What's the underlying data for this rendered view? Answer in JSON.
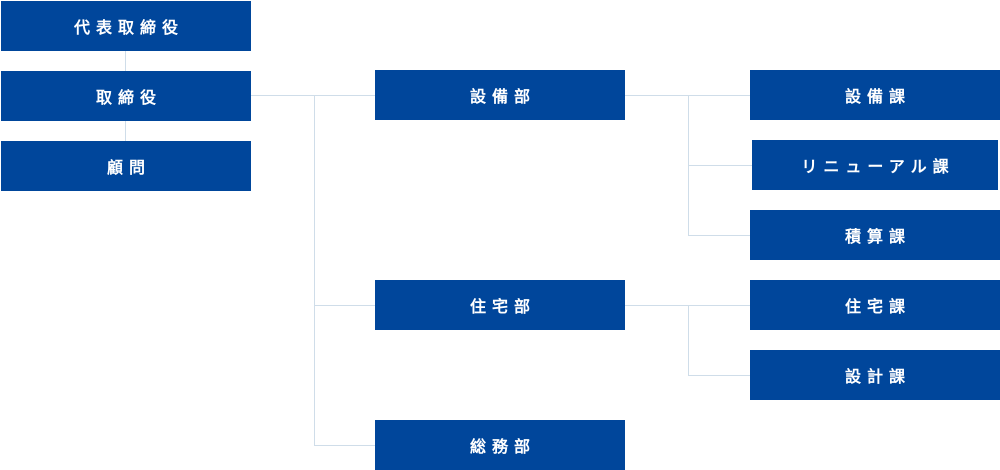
{
  "org_chart": {
    "ceo": "代表取締役",
    "directors": "取締役",
    "advisor": "顧問",
    "departments": [
      {
        "name": "設備部",
        "sections": [
          "設備課",
          "リニューアル課",
          "積算課"
        ]
      },
      {
        "name": "住宅部",
        "sections": [
          "住宅課",
          "設計課"
        ]
      },
      {
        "name": "総務部",
        "sections": []
      }
    ]
  },
  "colors": {
    "box": "#00469b",
    "text": "#ffffff",
    "connector": "#cfdde9"
  }
}
